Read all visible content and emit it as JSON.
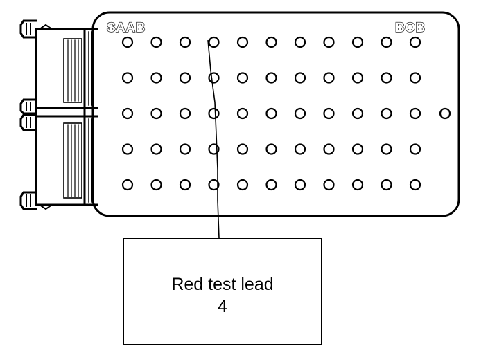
{
  "box": {
    "brand_left": "SAAB",
    "brand_right": "BOB"
  },
  "pin_grid": {
    "rows": [
      11,
      11,
      12,
      11,
      11
    ],
    "highlighted_column": 4
  },
  "callout": {
    "line1": "Red test lead",
    "line2": "4"
  },
  "colors": {
    "stroke": "#000000",
    "background": "#ffffff"
  }
}
